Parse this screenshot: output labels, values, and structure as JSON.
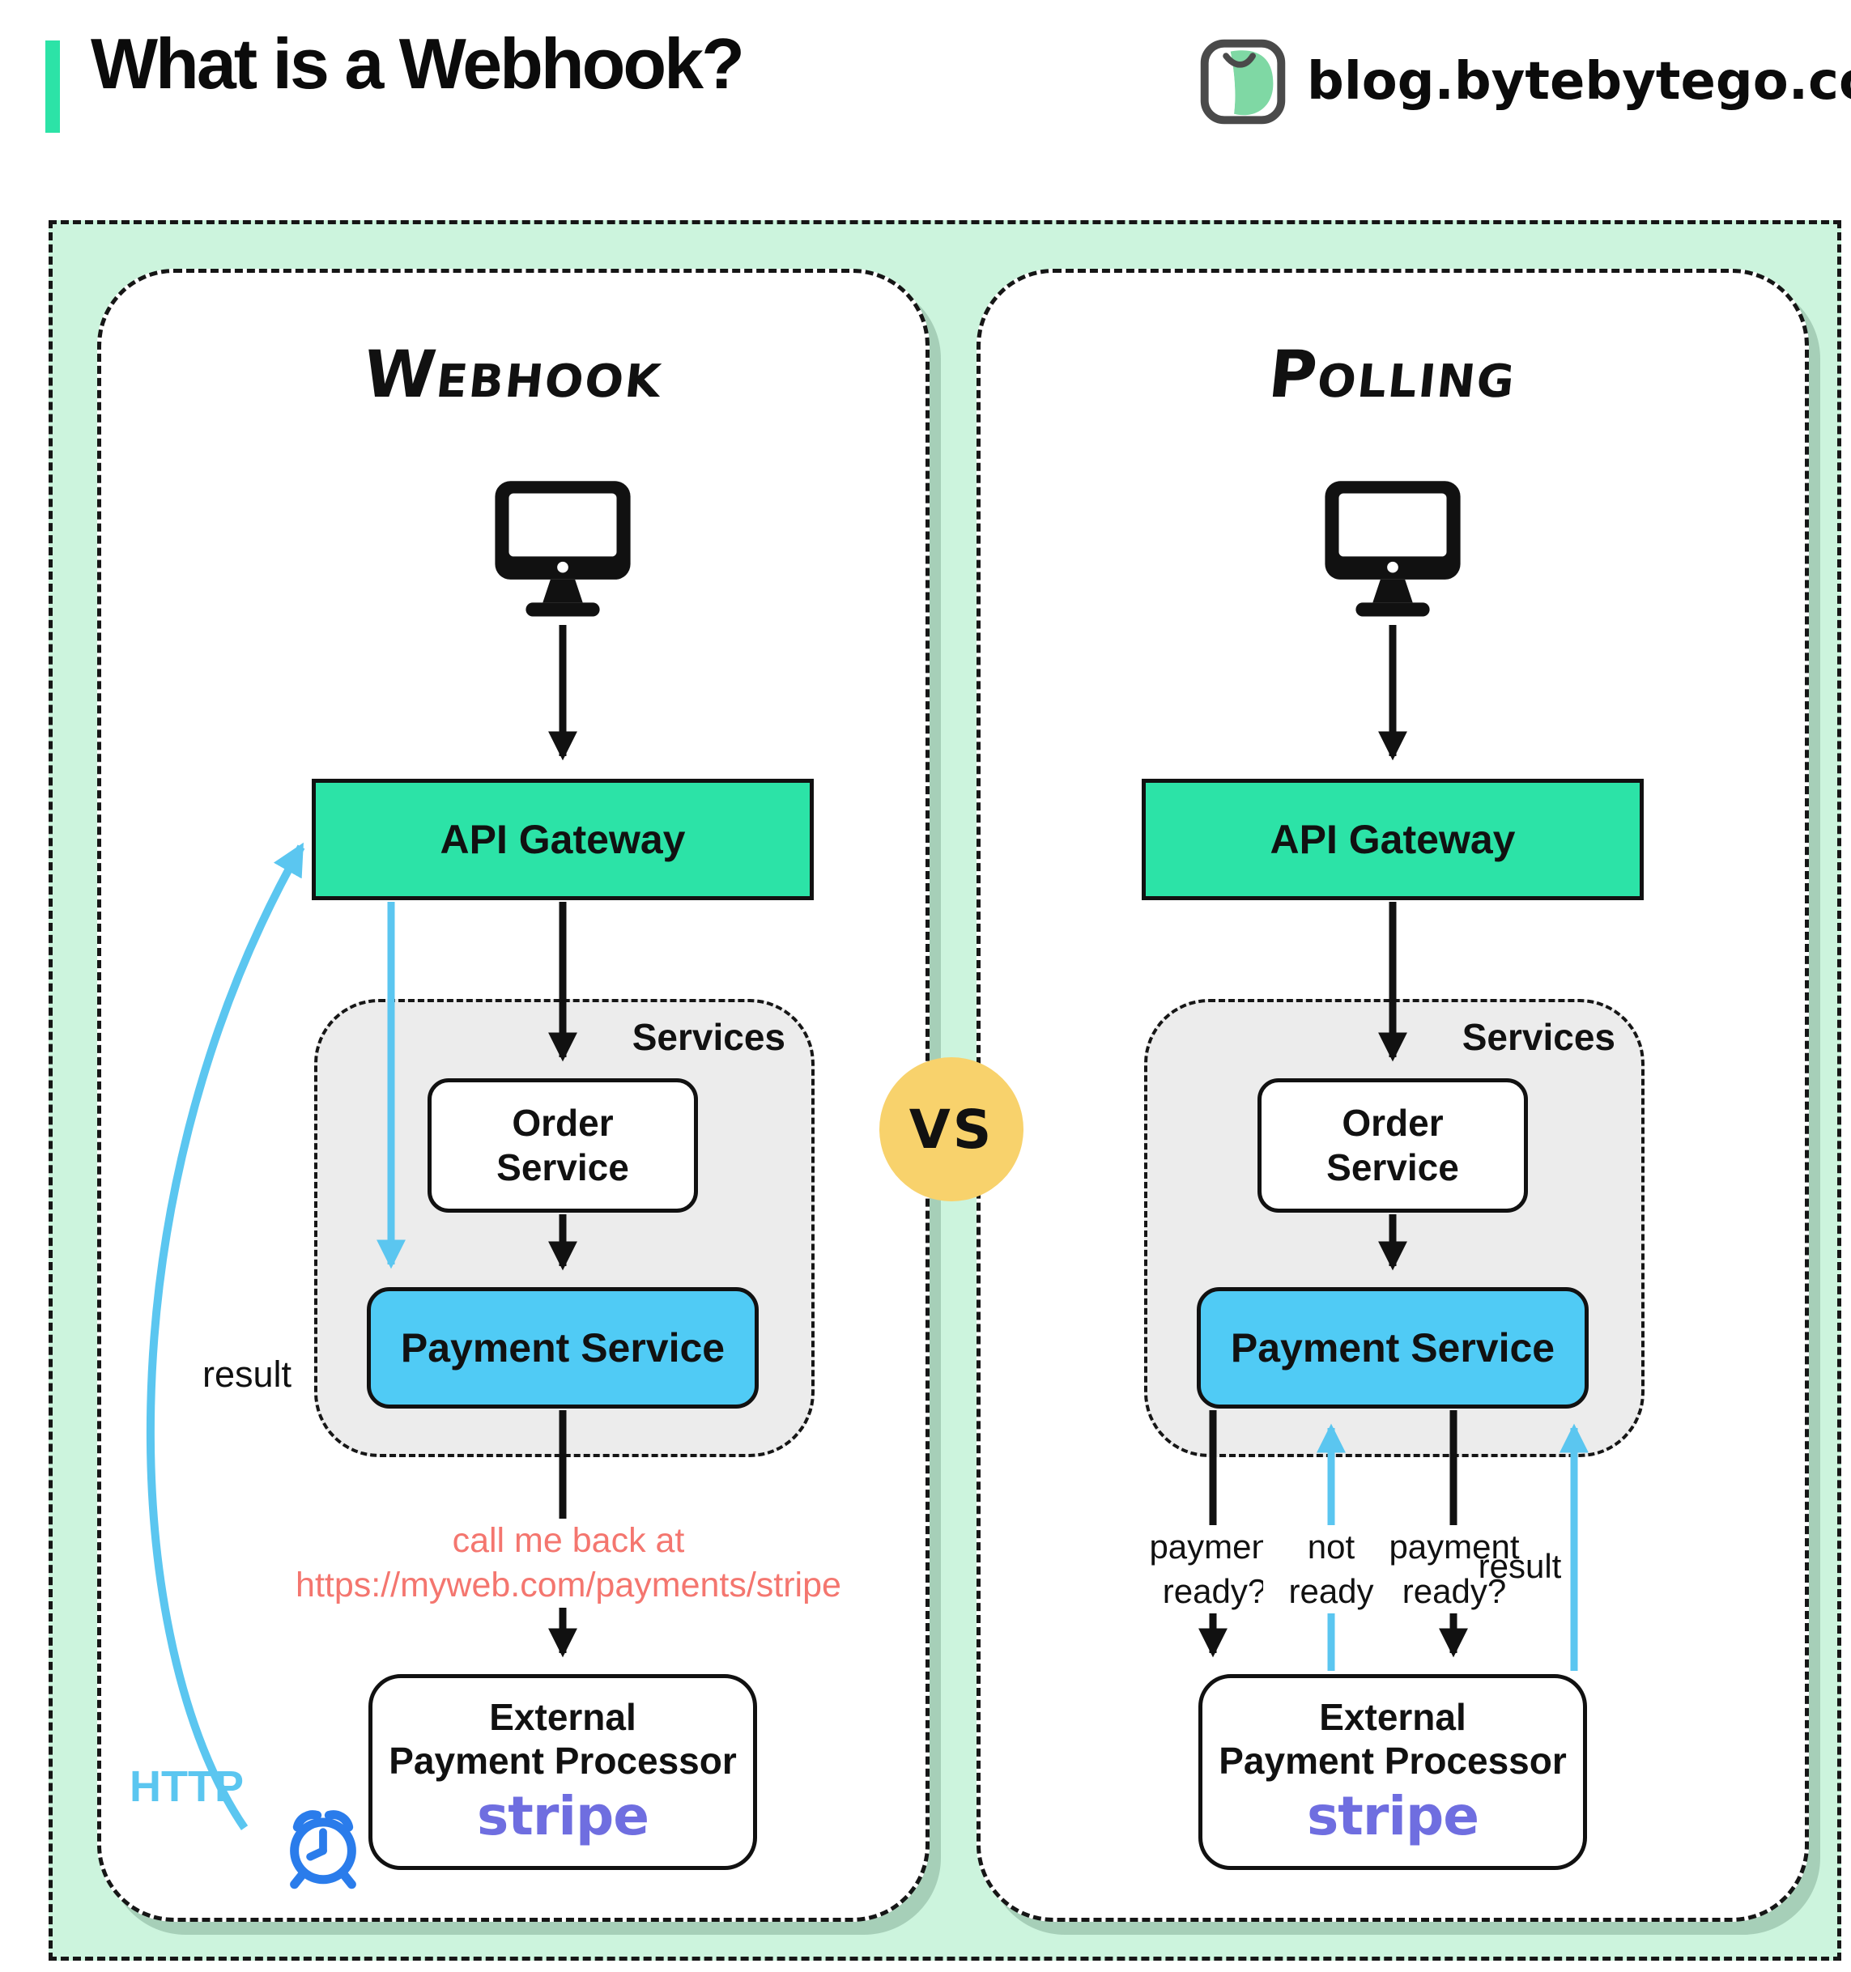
{
  "header": {
    "title": "What is a Webhook?",
    "site": "blog.bytebytego.com"
  },
  "vs": "VS",
  "webhook": {
    "title": "Webhook",
    "api_gateway": "API Gateway",
    "services": "Services",
    "order_l1": "Order",
    "order_l2": "Service",
    "payment": "Payment Service",
    "callback_l1": "call me back at",
    "callback_l2": "https://myweb.com/payments/stripe",
    "external_l1": "External",
    "external_l2": "Payment Processor",
    "stripe": "stripe",
    "result": "result",
    "http": "HTTP"
  },
  "polling": {
    "title": "Polling",
    "api_gateway": "API Gateway",
    "services": "Services",
    "order_l1": "Order",
    "order_l2": "Service",
    "payment": "Payment Service",
    "external_l1": "External",
    "external_l2": "Payment Processor",
    "stripe": "stripe",
    "q1_l1": "payment",
    "q1_l2": "ready?",
    "not_l1": "not",
    "not_l2": "ready",
    "q2_l1": "payment",
    "q2_l2": "ready?",
    "result": "result"
  },
  "colors": {
    "accent_teal": "#2ce3a7",
    "mint_bg": "#ccf4dd",
    "payment_blue": "#50cbf5",
    "arrow_cyan": "#5bc6f0",
    "vs_yellow": "#f8d26c",
    "salmon": "#f4766f",
    "stripe_purple": "#6f6ee0",
    "clock_blue": "#2a7ceb",
    "services_gray": "#ececec",
    "ink": "#111111"
  }
}
